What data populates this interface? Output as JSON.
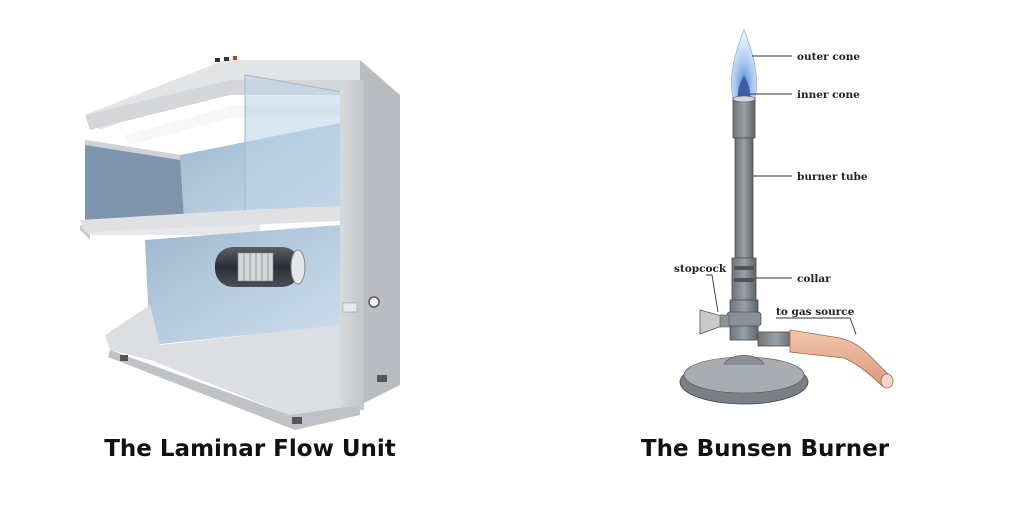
{
  "laminar_flow": {
    "caption": "The Laminar Flow Unit"
  },
  "bunsen_burner": {
    "caption": "The Bunsen Burner",
    "labels": {
      "outer_cone": "outer cone",
      "inner_cone": "inner cone",
      "burner_tube": "burner tube",
      "collar": "collar",
      "stopcock": "stopcock",
      "gas_source": "to gas source"
    }
  }
}
